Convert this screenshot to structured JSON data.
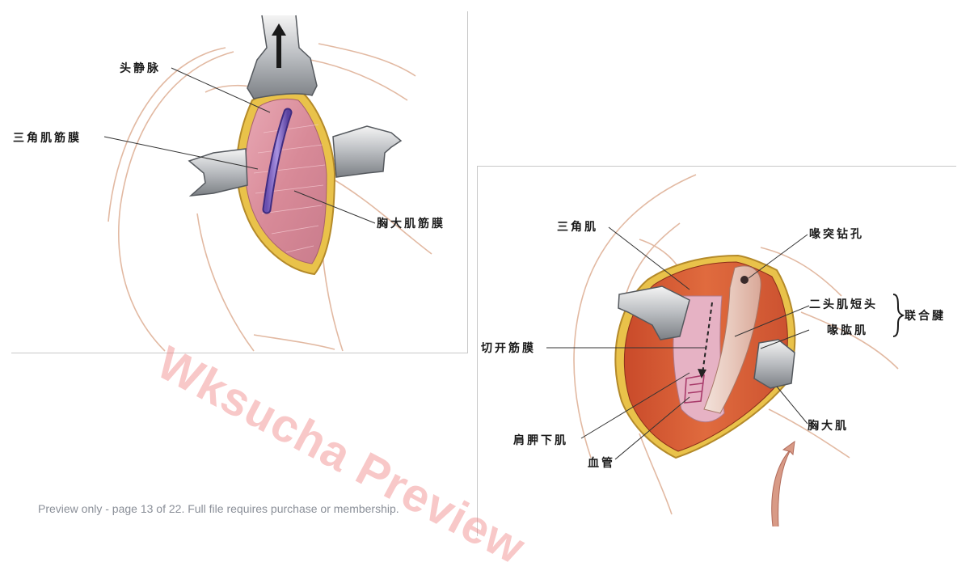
{
  "figure_top": {
    "labels": {
      "cephalic_vein": "头静脉",
      "deltoid_fascia": "三角肌筋膜",
      "pectoralis_fascia": "胸大肌筋膜"
    }
  },
  "figure_bottom": {
    "labels": {
      "deltoid": "三角肌",
      "coracoid_drill_hole": "喙突钻孔",
      "biceps_short_head": "二头肌短头",
      "conjoint_tendon": "联合腱",
      "coracobrachialis": "喙肱肌",
      "incised_fascia": "切开筋膜",
      "pectoralis_major": "胸大肌",
      "subscapularis": "肩胛下肌",
      "vessels": "血管"
    }
  },
  "watermark": "Wksucha Preview",
  "notice": "Preview only - page 13 of 22. Full file requires purchase or membership."
}
